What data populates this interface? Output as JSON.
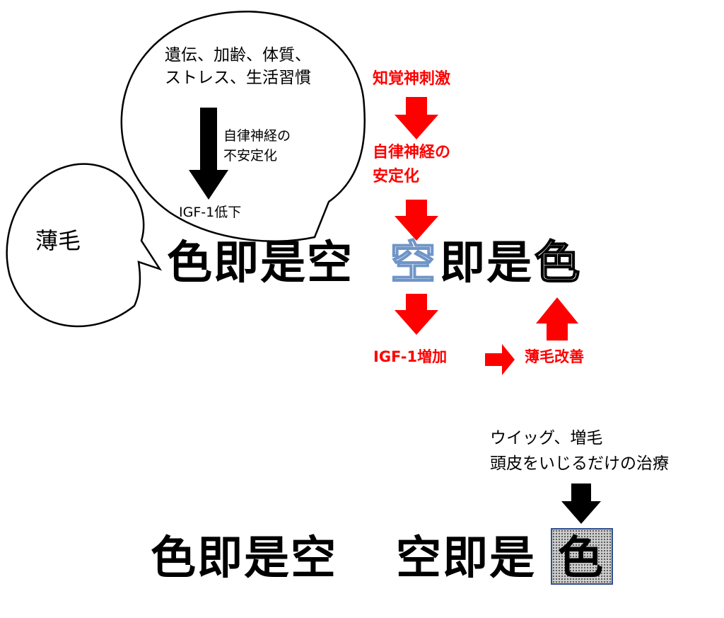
{
  "colors": {
    "red": "#ff0000",
    "blue_outline": "#6f95c8",
    "box_border": "#2f4f8f"
  },
  "bubble_large": {
    "line1": "遺伝、加齢、体質、",
    "line2": "ストレス、生活習慣",
    "arrow_label_line1": "自律神経の",
    "arrow_label_line2": "不安定化",
    "bottom": "IGF-1低下"
  },
  "bubble_small": {
    "text": "薄毛"
  },
  "flow_red": {
    "step1": "知覚神刺激",
    "step2_line1": "自律神経の",
    "step2_line2": "安定化",
    "step3": "IGF-1増加",
    "step4": "薄毛改善"
  },
  "phrase_top": {
    "left": "色即是空",
    "right_first": "空",
    "right_middle": "即是",
    "right_last": "色"
  },
  "phrase_bottom": {
    "left": "色即是空",
    "right_main": "空即是",
    "right_last": "色"
  },
  "bottom_note": {
    "line1": "ウイッグ、増毛",
    "line2": "頭皮をいじるだけの治療"
  }
}
